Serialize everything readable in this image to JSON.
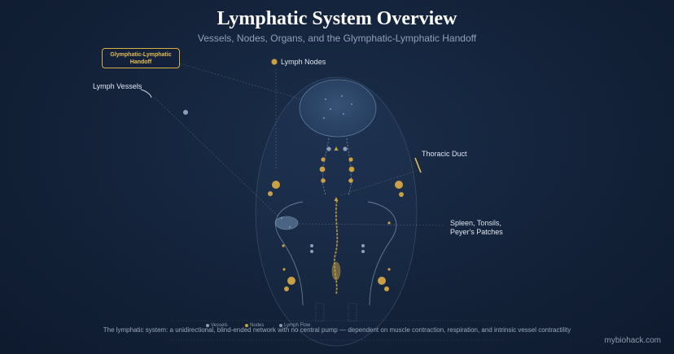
{
  "title": "Lymphatic System Overview",
  "subtitle": "Vessels, Nodes, Organs, and the Glymphatic-Lymphatic Handoff",
  "callout": {
    "line1": "Glymphatic-Lymphatic",
    "line2": "Handoff"
  },
  "labels": {
    "lymph_nodes": "Lymph Nodes",
    "lymph_vessels": "Lymph Vessels",
    "thoracic_duct": "Thoracic Duct",
    "organs_line1": "Spleen, Tonsils,",
    "organs_line2": "Peyer's Patches"
  },
  "legend": {
    "vessels": "Vessels",
    "nodes": "Nodes",
    "lymph_flow": "Lymph Flow"
  },
  "footer": "The lymphatic system: a unidirectional, blind-ended network with no central pump — dependent on muscle contraction, respiration, and intrinsic vessel contractility",
  "watermark": "mybiohack.com",
  "colors": {
    "gold": "#c9a043",
    "vessel": "#7d8fa8",
    "background": "#132239",
    "accent_text": "#e6bd55"
  }
}
